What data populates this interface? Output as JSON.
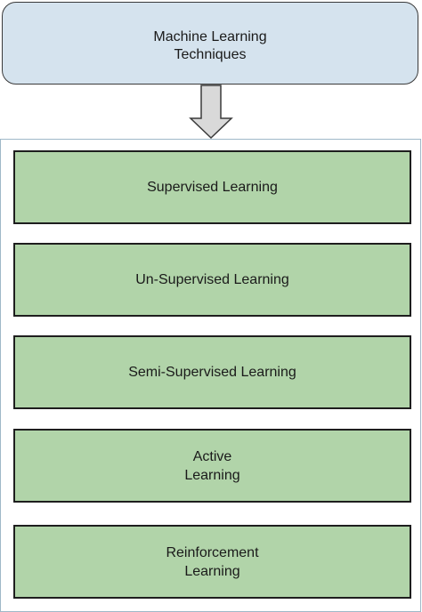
{
  "root": {
    "lines": [
      "Machine Learning",
      "Techniques"
    ]
  },
  "techniques": [
    {
      "lines": [
        "Supervised Learning"
      ]
    },
    {
      "lines": [
        "Un-Supervised Learning"
      ]
    },
    {
      "lines": [
        "Semi-Supervised Learning"
      ]
    },
    {
      "lines": [
        "Active",
        "Learning"
      ]
    },
    {
      "lines": [
        "Reinforcement",
        "Learning"
      ]
    }
  ],
  "colors": {
    "root_fill": "#d5e3ee",
    "technique_fill": "#b1d4a9",
    "arrow_fill": "#d9d9d9",
    "container_border": "#9fb8c8"
  }
}
